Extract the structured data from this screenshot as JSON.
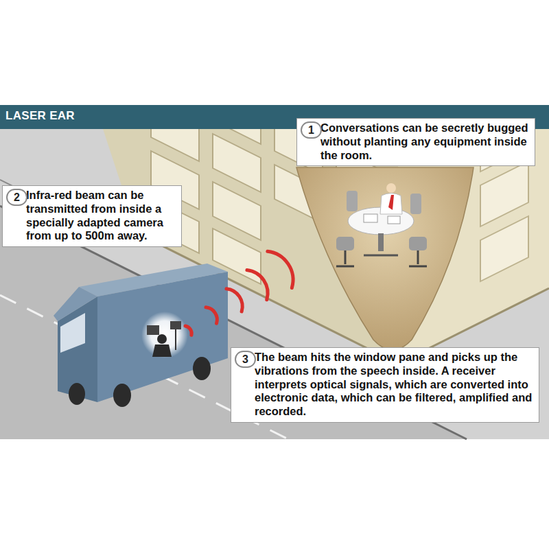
{
  "diagram": {
    "title": "LASER EAR",
    "nodes": [
      {
        "text": [
          "Conversations can be secretly bugged without planting any equipment inside the room."
        ]
      },
      {
        "text": [
          "1"
        ],
        "in": 0
      },
      {
        "text": [
          "Infra-red beam can be transmitted from inside a specially adapted camera from up to 500m away."
        ]
      },
      {
        "text": [
          "2"
        ],
        "in": 2
      },
      {
        "text": [
          "The beam hits the window pane and picks up the vibrations from the speech inside. A receiver interprets optical signals, which are converted into electronic data, which can be filtered, amplified and recorded."
        ]
      },
      {
        "text": [
          "3"
        ],
        "in": 4
      }
    ]
  }
}
